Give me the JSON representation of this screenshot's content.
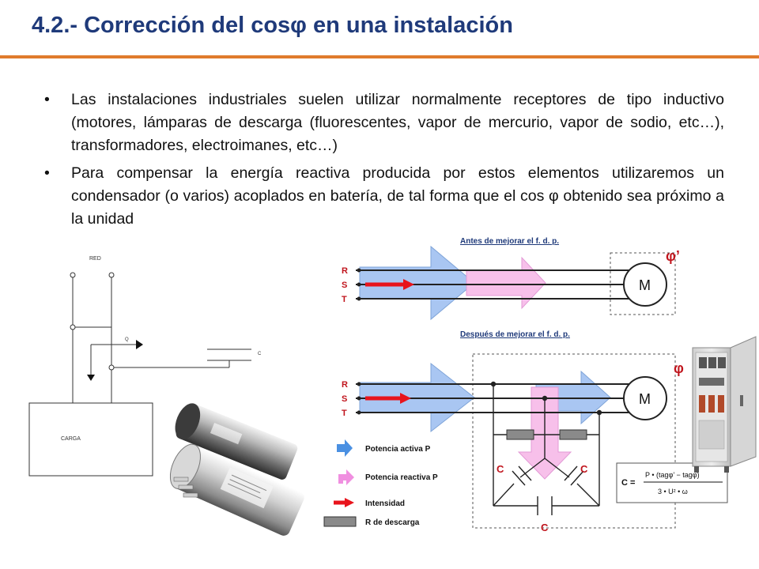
{
  "slide": {
    "title": "4.2.- Corrección del cosφ en una instalación",
    "bullet_glyph": "•",
    "bullets": [
      "Las instalaciones industriales suelen utilizar normalmente receptores de tipo inductivo (motores, lámparas de descarga (fluorescentes, vapor de mercurio, vapor de sodio, etc…), transformadores, electroimanes, etc…)",
      "Para compensar la energía reactiva producida por estos elementos utilizaremos un condensador (o varios) acoplados en batería, de tal forma que el cos φ obtenido sea próximo a la unidad"
    ]
  },
  "left_circuit": {
    "red_label": "RED",
    "q_label": "Q",
    "c_label": "C",
    "load_label": "CARGA"
  },
  "right_diagram": {
    "before_title": "Antes de mejorar el f. d. p.",
    "after_title": "Después de mejorar el f. d. p.",
    "phases": [
      "R",
      "S",
      "T"
    ],
    "motor_label": "M",
    "phi_before": "φ’",
    "phi_after": "φ",
    "cap_label": "C",
    "legend": [
      {
        "icon": "blue-arrow-icon",
        "label": "Potencia activa P"
      },
      {
        "icon": "pink-arrow-icon",
        "label": "Potencia reactiva P"
      },
      {
        "icon": "red-arrow-icon",
        "label": "Intensidad"
      },
      {
        "icon": "resistor-icon",
        "label": "R de descarga"
      }
    ],
    "formula": {
      "lhs": "C =",
      "numerator": "P • (tagφ’ − tagφ)",
      "denominator": "3 • U² • ω"
    }
  },
  "colors": {
    "title": "#1f3a7a",
    "accent_rule": "#e07b2c",
    "active_power": "#9fc0f0",
    "reactive_power": "#f6b3e6",
    "current": "#e8141c",
    "phase_label": "#c0141c",
    "resistor": "#8a8a8a"
  }
}
